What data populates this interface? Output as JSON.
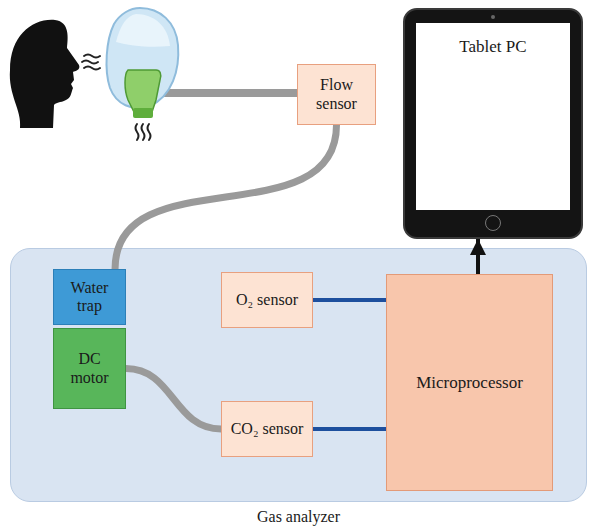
{
  "diagram": {
    "nodes": [
      {
        "text": [
          "Flow sensor"
        ]
      },
      {
        "text": [
          "Tablet PC"
        ]
      },
      {
        "text": [
          "Gas analyzer"
        ]
      },
      {
        "text": [
          "Water trap"
        ],
        "in": 2
      },
      {
        "text": [
          "DC motor"
        ],
        "in": 2
      },
      {
        "text": [
          "O₂ sensor"
        ],
        "in": 2
      },
      {
        "text": [
          "CO₂ sensor"
        ],
        "in": 2
      },
      {
        "text": [
          "Microprocessor"
        ],
        "in": 2
      }
    ],
    "edges": [
      {
        "from": 0,
        "to": 3,
        "arrow": "none"
      },
      {
        "from": 4,
        "to": 5,
        "arrow": "none"
      },
      {
        "from": 4,
        "to": 6,
        "arrow": "none"
      },
      {
        "from": 5,
        "to": 7,
        "arrow": "none"
      },
      {
        "from": 6,
        "to": 7,
        "arrow": "none"
      },
      {
        "from": 7,
        "to": 1,
        "arrow": "to"
      }
    ]
  }
}
